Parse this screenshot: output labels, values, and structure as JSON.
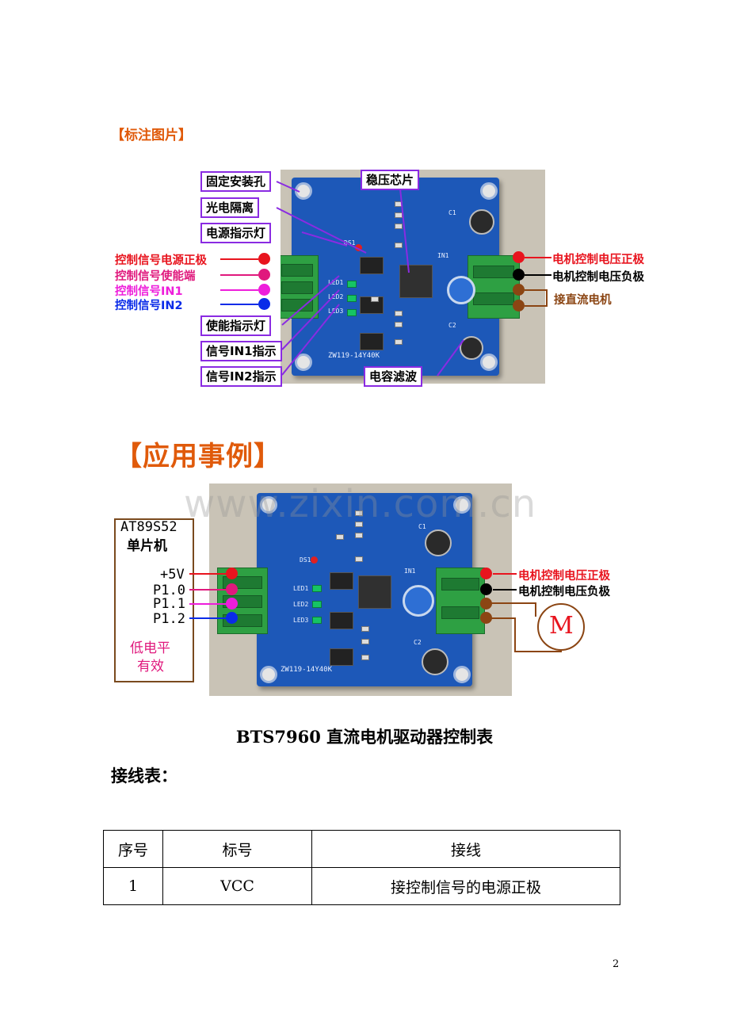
{
  "section1": {
    "heading": "【标注图片】"
  },
  "fig1": {
    "callouts": {
      "mount_hole": "固定安装孔",
      "regulator": "稳压芯片",
      "optocoupler": "光电隔离",
      "power_led": "电源指示灯",
      "enable_led": "使能指示灯",
      "in1_led": "信号IN1指示",
      "in2_led": "信号IN2指示",
      "capacitor": "电容滤波"
    },
    "left_labels": {
      "power_pos": "控制信号电源正极",
      "enable": "控制信号使能端",
      "in1": "控制信号IN1",
      "in2": "控制信号IN2"
    },
    "right_labels": {
      "motor_pos": "电机控制电压正极",
      "motor_neg": "电机控制电压负极",
      "motor": "接直流电机"
    },
    "silkscreen": {
      "board_id": "ZW119-14Y40K",
      "ds1": "DS1",
      "led1": "LED1",
      "led2": "LED2",
      "led3": "LED3",
      "in1": "IN1",
      "c1": "C1",
      "c2": "C2"
    },
    "colors": {
      "red": "#e8141e",
      "magenta": "#e0197d",
      "pink": "#ee1ddb",
      "blue": "#0a2be8",
      "black": "#000000",
      "brown": "#8b4513",
      "callout_border": "#8a2be2"
    }
  },
  "section2": {
    "heading": "【应用事例】"
  },
  "fig2": {
    "watermark": "www.zixin.com.cn",
    "mcu": {
      "title_line1": "AT89S52",
      "title_line2": "单片机",
      "pins": [
        "+5V",
        "P1.0",
        "P1.1",
        "P1.2"
      ],
      "note_line1": "低电平",
      "note_line2": "有效"
    },
    "right_labels": {
      "motor_pos": "电机控制电压正极",
      "motor_neg": "电机控制电压负极"
    },
    "motor_symbol": "M",
    "silkscreen": {
      "board_id": "ZW119-14Y40K",
      "ds1": "DS1",
      "led1": "LED1",
      "led2": "LED2",
      "led3": "LED3",
      "in1": "IN1",
      "c1": "C1",
      "c2": "C2"
    }
  },
  "table_title": "BTS7960 直流电机驱动器控制表",
  "subheading": "接线表：",
  "wiring_table": {
    "headers": [
      "序号",
      "标号",
      "接线"
    ],
    "rows": [
      [
        "1",
        "VCC",
        "接控制信号的电源正极"
      ]
    ]
  },
  "page_number": "2"
}
